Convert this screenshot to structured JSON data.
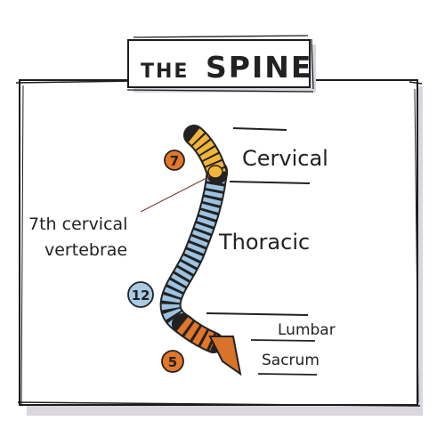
{
  "title": {
    "prefix": "THE",
    "main": "SPINE"
  },
  "badges": {
    "cervical_count": "7",
    "thoracic_count": "12",
    "lumbar_count": "5"
  },
  "labels": {
    "seventh_line1": "7th cervical",
    "seventh_line2": "vertebrae",
    "cervical": "Cervical",
    "thoracic": "Thoracic",
    "lumbar": "Lumbar",
    "sacrum": "Sacrum"
  },
  "colors": {
    "cervical": "#f2b53a",
    "thoracic": "#9dc3e3",
    "lumbar": "#e2762a",
    "sacrum": "#d9722a",
    "ink": "#222222",
    "badge_blue": "#a9cbe6",
    "badge_orange": "#e2762a"
  }
}
